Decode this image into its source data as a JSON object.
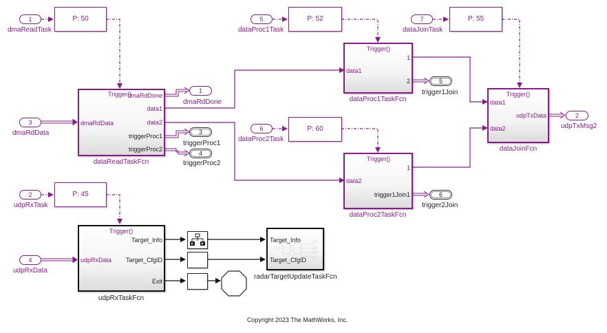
{
  "colors": {
    "accent": "#8b1a8b",
    "dark": "#222222"
  },
  "blocks": {
    "dma_read_task_in": {
      "number": "1",
      "label": "dmaReadTask"
    },
    "dma_rd_data_in": {
      "number": "3",
      "label": "dmaRdData"
    },
    "udp_rx_task_in": {
      "number": "2",
      "label": "udpRxTask"
    },
    "udp_rx_data_in": {
      "number": "4",
      "label": "udpRxData"
    },
    "data_proc1_task_in": {
      "number": "5",
      "label": "dataProc1Task"
    },
    "data_proc2_task_in": {
      "number": "6",
      "label": "dataProc2Task"
    },
    "data_join_task_in": {
      "number": "7",
      "label": "dataJoinTask"
    },
    "priority_dma_read": "P: 50",
    "priority_udp_rx": "P: 45",
    "priority_proc1": "P: 52",
    "priority_proc2": "P: 60",
    "priority_join": "P: 55",
    "data_read_task_fcn": {
      "name": "dataReadTaskFcn",
      "trigger": "Trigger()",
      "inputs": [
        "dmaRdData"
      ],
      "outputs": [
        "dmaRdDone",
        "data1",
        "data2",
        "triggerProc1",
        "triggerProc2"
      ]
    },
    "data_proc1_task_fcn": {
      "name": "dataProc1TaskFcn",
      "trigger": "Trigger()",
      "inputs": [
        "data1"
      ],
      "outputs": [
        "1",
        "2"
      ]
    },
    "data_proc2_task_fcn": {
      "name": "dataProc2TaskFcn",
      "trigger": "Trigger()",
      "inputs": [
        "data2"
      ],
      "outputs": [
        "1",
        "trigger1Join1"
      ]
    },
    "data_join_fcn": {
      "name": "dataJoinFcn",
      "trigger": "Trigger()",
      "inputs": [
        "data1",
        "data2"
      ],
      "outputs": [
        "udpTxData"
      ]
    },
    "udp_rx_task_fcn": {
      "name": "udpRxTaskFcn",
      "trigger": "Trigger()",
      "inputs": [
        "udpRxData"
      ],
      "outputs": [
        "Target_Info",
        "Target_CfgID",
        "Exit"
      ]
    },
    "radar_target_update": {
      "name": "radarTargetUpdateTaskFcn",
      "inputs": [
        "Target_Info",
        "Target_CfgID"
      ]
    },
    "outports": {
      "dma_rd_done": {
        "number": "1",
        "label": "dmaRdDone"
      },
      "trigger_proc1": {
        "number": "3",
        "label": "triggerProc1"
      },
      "trigger_proc2": {
        "number": "4",
        "label": "triggerProc2"
      },
      "trigger1_join": {
        "number": "5",
        "label": "trigger1Join"
      },
      "trigger2_join": {
        "number": "6",
        "label": "trigger2Join"
      },
      "udp_tx_msg2": {
        "number": "2",
        "label": "udpTxMsg2"
      }
    }
  },
  "footer": {
    "copyright": "Copyright 2023 The MathWorks, Inc."
  }
}
